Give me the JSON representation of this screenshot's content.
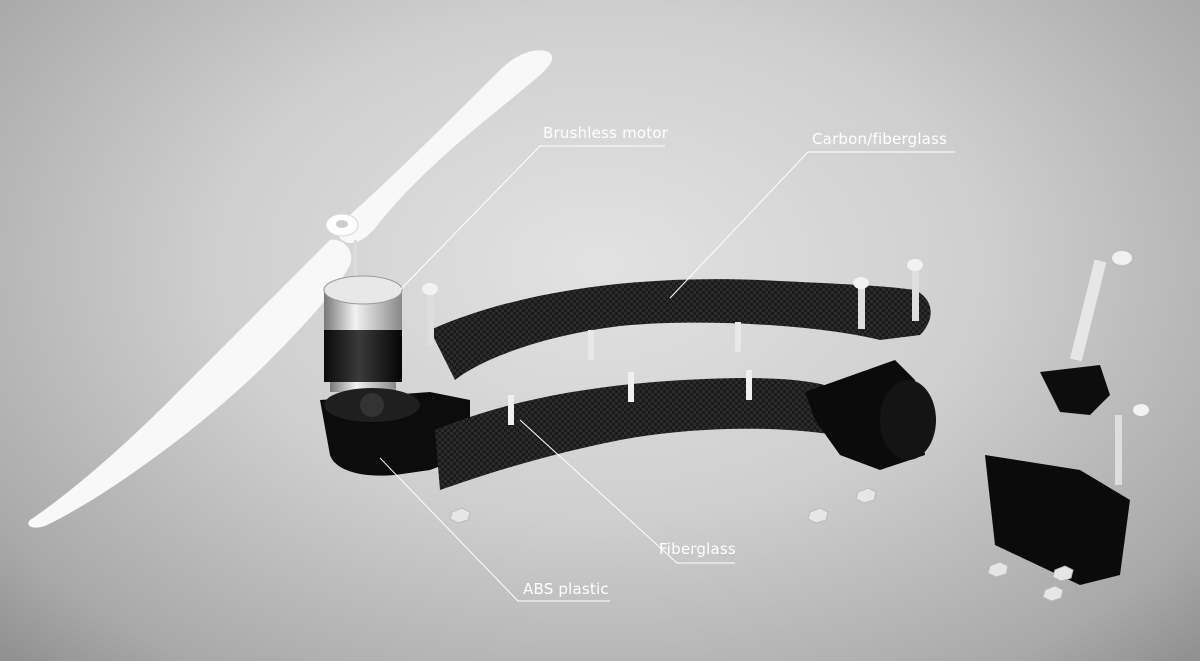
{
  "diagram": {
    "type": "exploded-view",
    "subject": "quadcopter arm assembly",
    "labels": [
      {
        "id": "brushless-motor",
        "text": "Brushless motor"
      },
      {
        "id": "carbon-fiberglass",
        "text": "Carbon/fiberglass"
      },
      {
        "id": "fiberglass",
        "text": "Fiberglass"
      },
      {
        "id": "abs-plastic",
        "text": "ABS plastic"
      }
    ],
    "components": [
      "propeller",
      "brushless-motor",
      "motor-mount",
      "top-plate",
      "bottom-plate",
      "standoffs",
      "screws",
      "nuts",
      "camera-mount",
      "thumb-screw"
    ]
  },
  "colors": {
    "background": "#cfcfcf",
    "label_text": "#ffffff",
    "carbon": "#1c1c1c",
    "propeller": "#f7f7f7"
  }
}
